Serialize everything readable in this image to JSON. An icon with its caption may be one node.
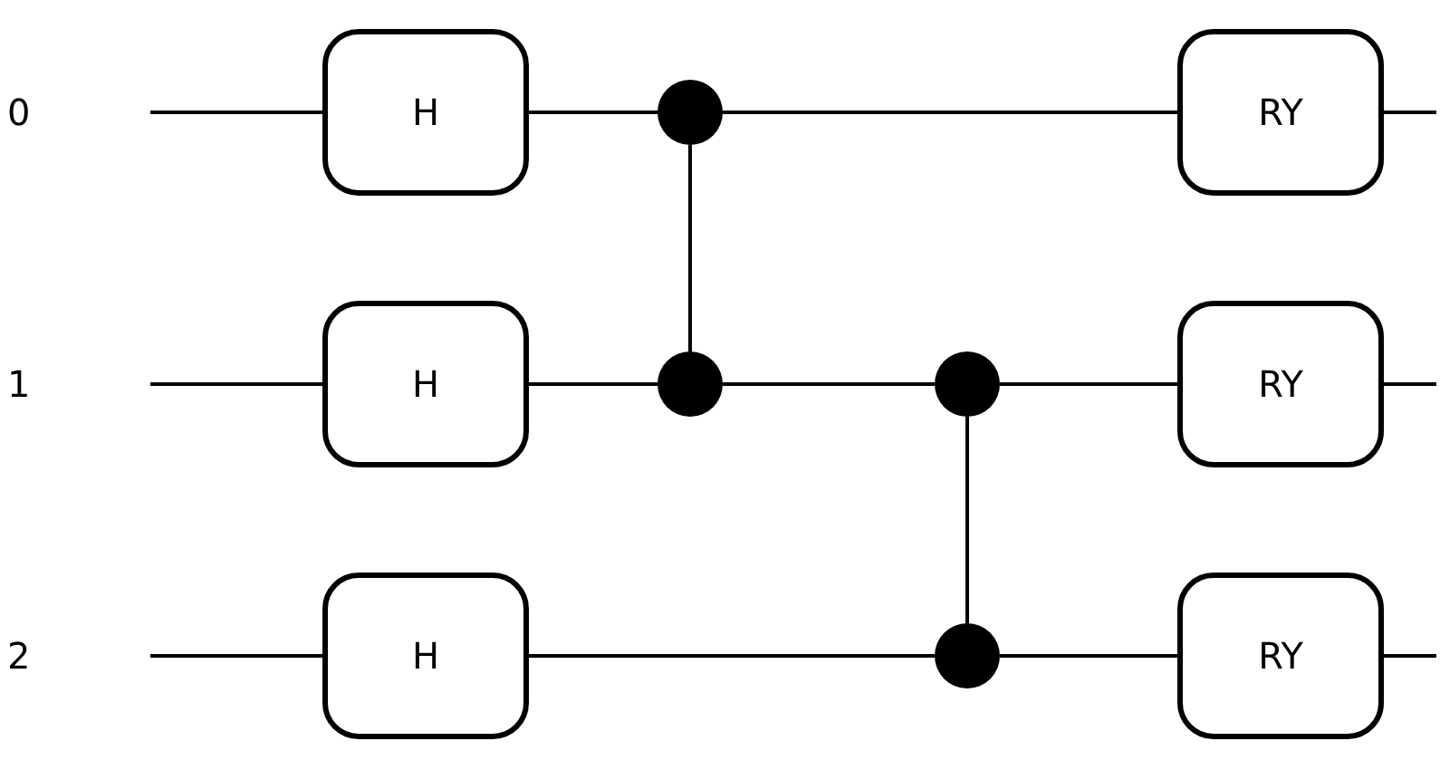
{
  "diagram": {
    "nodes": [
      {
        "text": [
          "H"
        ]
      },
      {
        "text": [],
        "shape": "circle"
      },
      {
        "text": [
          "RY"
        ]
      },
      {
        "text": [
          "H"
        ]
      },
      {
        "text": [],
        "shape": "circle"
      },
      {
        "text": [],
        "shape": "circle"
      },
      {
        "text": [
          "RY"
        ]
      },
      {
        "text": [
          "H"
        ]
      },
      {
        "text": [],
        "shape": "circle"
      },
      {
        "text": [
          "RY"
        ]
      }
    ],
    "edges": [
      {
        "from": null,
        "to": 0,
        "arrow": "none"
      },
      {
        "from": 0,
        "to": 1,
        "arrow": "none"
      },
      {
        "from": 1,
        "to": 2,
        "arrow": "none"
      },
      {
        "from": 2,
        "to": null,
        "arrow": "none"
      },
      {
        "from": 1,
        "to": 4,
        "arrow": "none"
      },
      {
        "from": null,
        "to": 3,
        "arrow": "none"
      },
      {
        "from": 3,
        "to": 4,
        "arrow": "none"
      },
      {
        "from": 4,
        "to": 5,
        "arrow": "none"
      },
      {
        "from": 5,
        "to": 6,
        "arrow": "none"
      },
      {
        "from": 6,
        "to": null,
        "arrow": "none"
      },
      {
        "from": 5,
        "to": 8,
        "arrow": "none"
      },
      {
        "from": null,
        "to": 7,
        "arrow": "none"
      },
      {
        "from": 7,
        "to": 8,
        "arrow": "none"
      },
      {
        "from": 8,
        "to": 9,
        "arrow": "none"
      },
      {
        "from": 9,
        "to": null,
        "arrow": "none"
      }
    ],
    "labels": [
      "0",
      "1",
      "2"
    ]
  }
}
